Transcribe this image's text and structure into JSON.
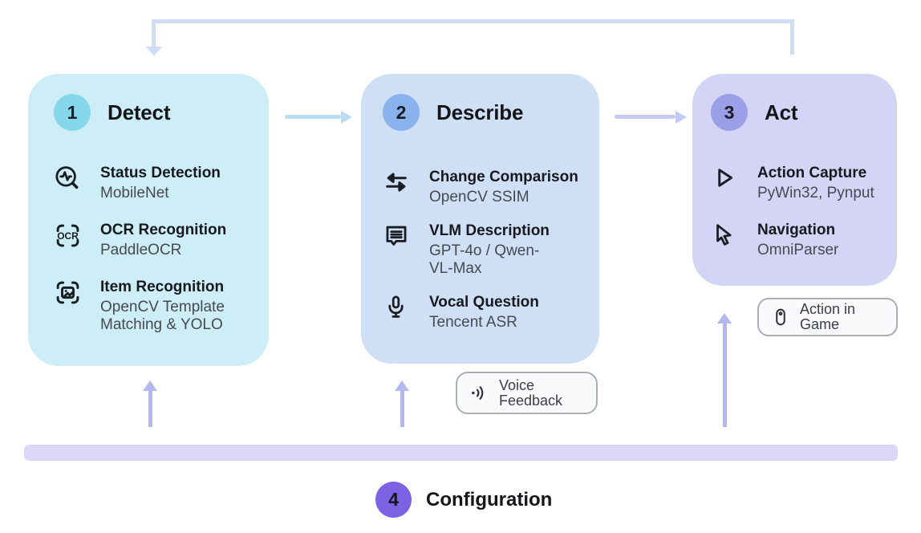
{
  "steps": [
    {
      "number": "1",
      "title": "Detect",
      "items": [
        {
          "icon": "pulse-magnifier-icon",
          "title": "Status Detection",
          "sub": "MobileNet"
        },
        {
          "icon": "ocr-scan-icon",
          "title": "OCR Recognition",
          "sub": "PaddleOCR"
        },
        {
          "icon": "image-scan-icon",
          "title": "Item Recognition",
          "sub": "OpenCV Template Matching & YOLO"
        }
      ]
    },
    {
      "number": "2",
      "title": "Describe",
      "items": [
        {
          "icon": "swap-arrows-icon",
          "title": "Change Comparison",
          "sub": "OpenCV SSIM"
        },
        {
          "icon": "speech-bubble-icon",
          "title": "VLM Description",
          "sub": "GPT-4o / Qwen-VL-Max"
        },
        {
          "icon": "microphone-icon",
          "title": "Vocal Question",
          "sub": "Tencent ASR"
        }
      ]
    },
    {
      "number": "3",
      "title": "Act",
      "items": [
        {
          "icon": "play-icon",
          "title": "Action Capture",
          "sub": "PyWin32, Pynput"
        },
        {
          "icon": "cursor-icon",
          "title": "Navigation",
          "sub": "OmniParser"
        }
      ]
    }
  ],
  "icons": {
    "ocr_label": "OCR"
  },
  "badges": {
    "voice_feedback": {
      "icon": "voice-wave-icon",
      "label": "Voice Feedback"
    },
    "action_in_game": {
      "icon": "mouse-icon",
      "label": "Action in Game"
    }
  },
  "config": {
    "number": "4",
    "label": "Configuration"
  },
  "colors": {
    "step1_bg": "#cdeef6",
    "step1_badge": "#86d7e9",
    "step2_bg": "#cfe0f6",
    "step2_badge": "#8ab2ec",
    "step3_bg": "#d4d5f6",
    "step3_badge": "#9c9ee8",
    "config_bar": "#dcd7f6",
    "config_badge": "#7b63e3",
    "flow_arrow_blue": "#b9dcf6",
    "flow_arrow_purple": "#c3cbf4",
    "loop_arrow": "#cfdef4",
    "up_arrow": "#b4b8ef",
    "pill_border": "#abaeb3",
    "pill_bg": "#f8fafc"
  }
}
